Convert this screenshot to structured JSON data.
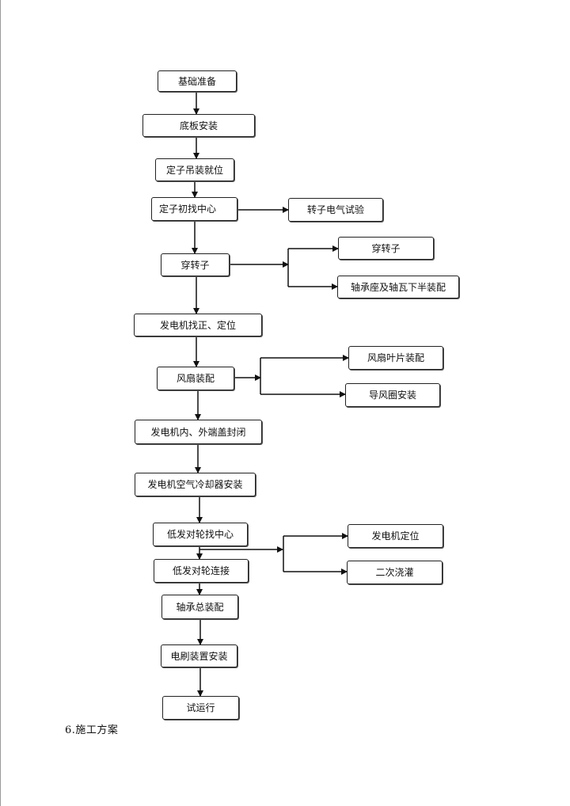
{
  "flow": {
    "jichu": "基础准备",
    "diban": "底板安装",
    "dingzi_diao": "定子吊装就位",
    "dingzi_zhao": "定子初找中心",
    "zhuanzi_shiyan": "转子电气试验",
    "chuan_main": "穿转子",
    "chuan_branch": "穿转子",
    "zhoucheng_zuo": "轴承座及轴瓦下半装配",
    "fadianji_zhao": "发电机找正、定位",
    "fengshan": "风扇装配",
    "yepian": "风扇叶片装配",
    "daofeng": "导风圈安装",
    "duangai": "发电机内、外端盖封闭",
    "lengque": "发电机空气冷却器安装",
    "difa_zhao": "低发对轮找中心",
    "dingwei": "发电机定位",
    "difa_lian": "低发对轮连接",
    "erci": "二次浇灌",
    "zhoucheng_zong": "轴承总装配",
    "shuazhuang": "电刷装置安装",
    "shiyunxing": "试运行"
  },
  "section_heading": "6.施工方案"
}
